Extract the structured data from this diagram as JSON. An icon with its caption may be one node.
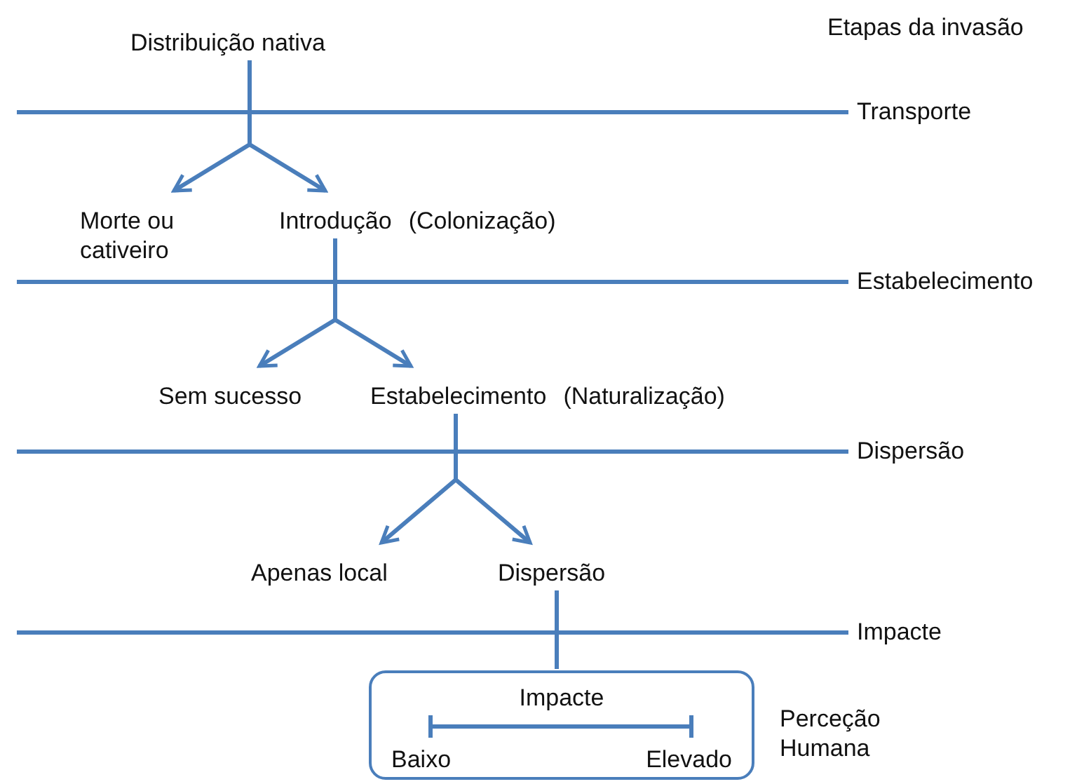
{
  "diagram": {
    "nodes": [
      {
        "text": [
          "Distribuição nativa"
        ]
      },
      {
        "text": [
          "Morte ou cativeiro"
        ]
      },
      {
        "text": [
          "Introdução"
        ],
        "beside": [
          "(Colonização)"
        ]
      },
      {
        "text": [
          "Sem sucesso"
        ]
      },
      {
        "text": [
          "Estabelecimento"
        ],
        "beside": [
          "(Naturalização)"
        ]
      },
      {
        "text": [
          "Apenas local"
        ]
      },
      {
        "text": [
          "Dispersão"
        ]
      },
      {
        "text": [
          "Impacte",
          "Baixo",
          "Elevado"
        ],
        "beside": [
          "Perceção Humana"
        ]
      }
    ],
    "edges": [
      {
        "from": 0,
        "to": 1,
        "arrow": "to"
      },
      {
        "from": 0,
        "to": 2,
        "arrow": "to"
      },
      {
        "from": 2,
        "to": 3,
        "arrow": "to"
      },
      {
        "from": 2,
        "to": 4,
        "arrow": "to"
      },
      {
        "from": 4,
        "to": 5,
        "arrow": "to"
      },
      {
        "from": 4,
        "to": 6,
        "arrow": "to"
      },
      {
        "from": 6,
        "to": 7,
        "arrow": "none"
      }
    ],
    "labels": [
      "Etapas da invasão",
      "Transporte",
      "Estabelecimento",
      "Dispersão",
      "Impacte"
    ]
  }
}
